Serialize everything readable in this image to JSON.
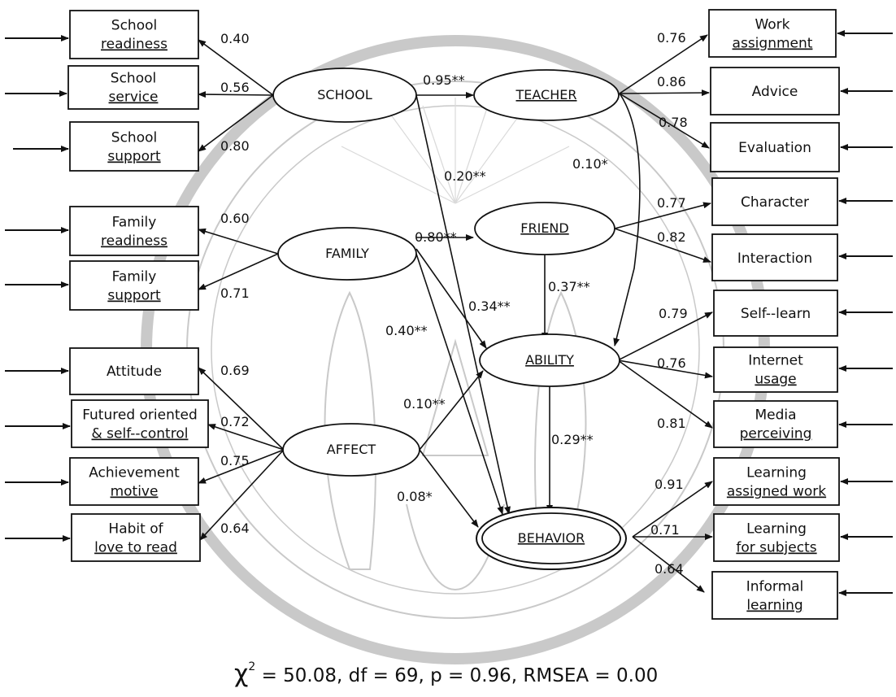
{
  "model": {
    "latents": {
      "school": {
        "label": "SCHOOL",
        "underlined": false
      },
      "family": {
        "label": "FAMILY",
        "underlined": false
      },
      "affect": {
        "label": "AFFECT",
        "underlined": false
      },
      "teacher": {
        "label": "TEACHER",
        "underlined": true
      },
      "friend": {
        "label": "FRIEND",
        "underlined": true
      },
      "ability": {
        "label": "ABILITY",
        "underlined": true
      },
      "behavior": {
        "label": "BEHAVIOR",
        "underlined": true,
        "double_border": true
      }
    },
    "indicators": {
      "school_readiness": [
        "School",
        "readiness"
      ],
      "school_service": [
        "School",
        "service"
      ],
      "school_support": [
        "School",
        "support"
      ],
      "family_readiness": [
        "Family",
        "readiness"
      ],
      "family_support": [
        "Family",
        "support"
      ],
      "attitude": [
        "Attitude"
      ],
      "future_oriented": [
        "Futured oriented",
        "& self--control"
      ],
      "achievement_motive": [
        "Achievement",
        "motive"
      ],
      "habit_read": [
        "Habit of",
        "love to read"
      ],
      "work_assignment": [
        "Work",
        "assignment"
      ],
      "advice": [
        "Advice"
      ],
      "evaluation": [
        "Evaluation"
      ],
      "character": [
        "Character"
      ],
      "interaction": [
        "Interaction"
      ],
      "self_learn": [
        "Self--learn"
      ],
      "internet_usage": [
        "Internet",
        "usage"
      ],
      "media_perceiving": [
        "Media",
        "perceiving"
      ],
      "learning_assigned": [
        "Learning",
        "assigned work"
      ],
      "learning_subjects": [
        "Learning",
        "for subjects"
      ],
      "informal_learning": [
        "Informal",
        "learning"
      ]
    },
    "loadings": {
      "school_readiness": "0.40",
      "school_service": "0.56",
      "school_support": "0.80",
      "family_readiness": "0.60",
      "family_support": "0.71",
      "attitude": "0.69",
      "future_oriented": "0.72",
      "achievement_motive": "0.75",
      "habit_read": "0.64",
      "work_assignment": "0.76",
      "advice": "0.86",
      "evaluation": "0.78",
      "character": "0.77",
      "interaction": "0.82",
      "self_learn": "0.79",
      "internet_usage": "0.76",
      "media_perceiving": "0.81",
      "learning_assigned": "0.91",
      "learning_subjects": "0.71",
      "informal_learning": "0.64"
    },
    "paths": {
      "school_teacher": "0.95**",
      "school_behavior": "0.20**",
      "teacher_ability": "0.10*",
      "family_friend": "0.80**",
      "family_ability": "0.34**",
      "family_behavior": "0.40**",
      "friend_ability": "0.37**",
      "affect_ability": "0.10**",
      "affect_behavior": "0.08*",
      "ability_behavior": "0.29**"
    },
    "fit": {
      "chi_symbol": "χ",
      "chi_power": "2",
      "rest": " = 50.08, df = 69, p = 0.96, RMSEA = 0.00"
    }
  }
}
